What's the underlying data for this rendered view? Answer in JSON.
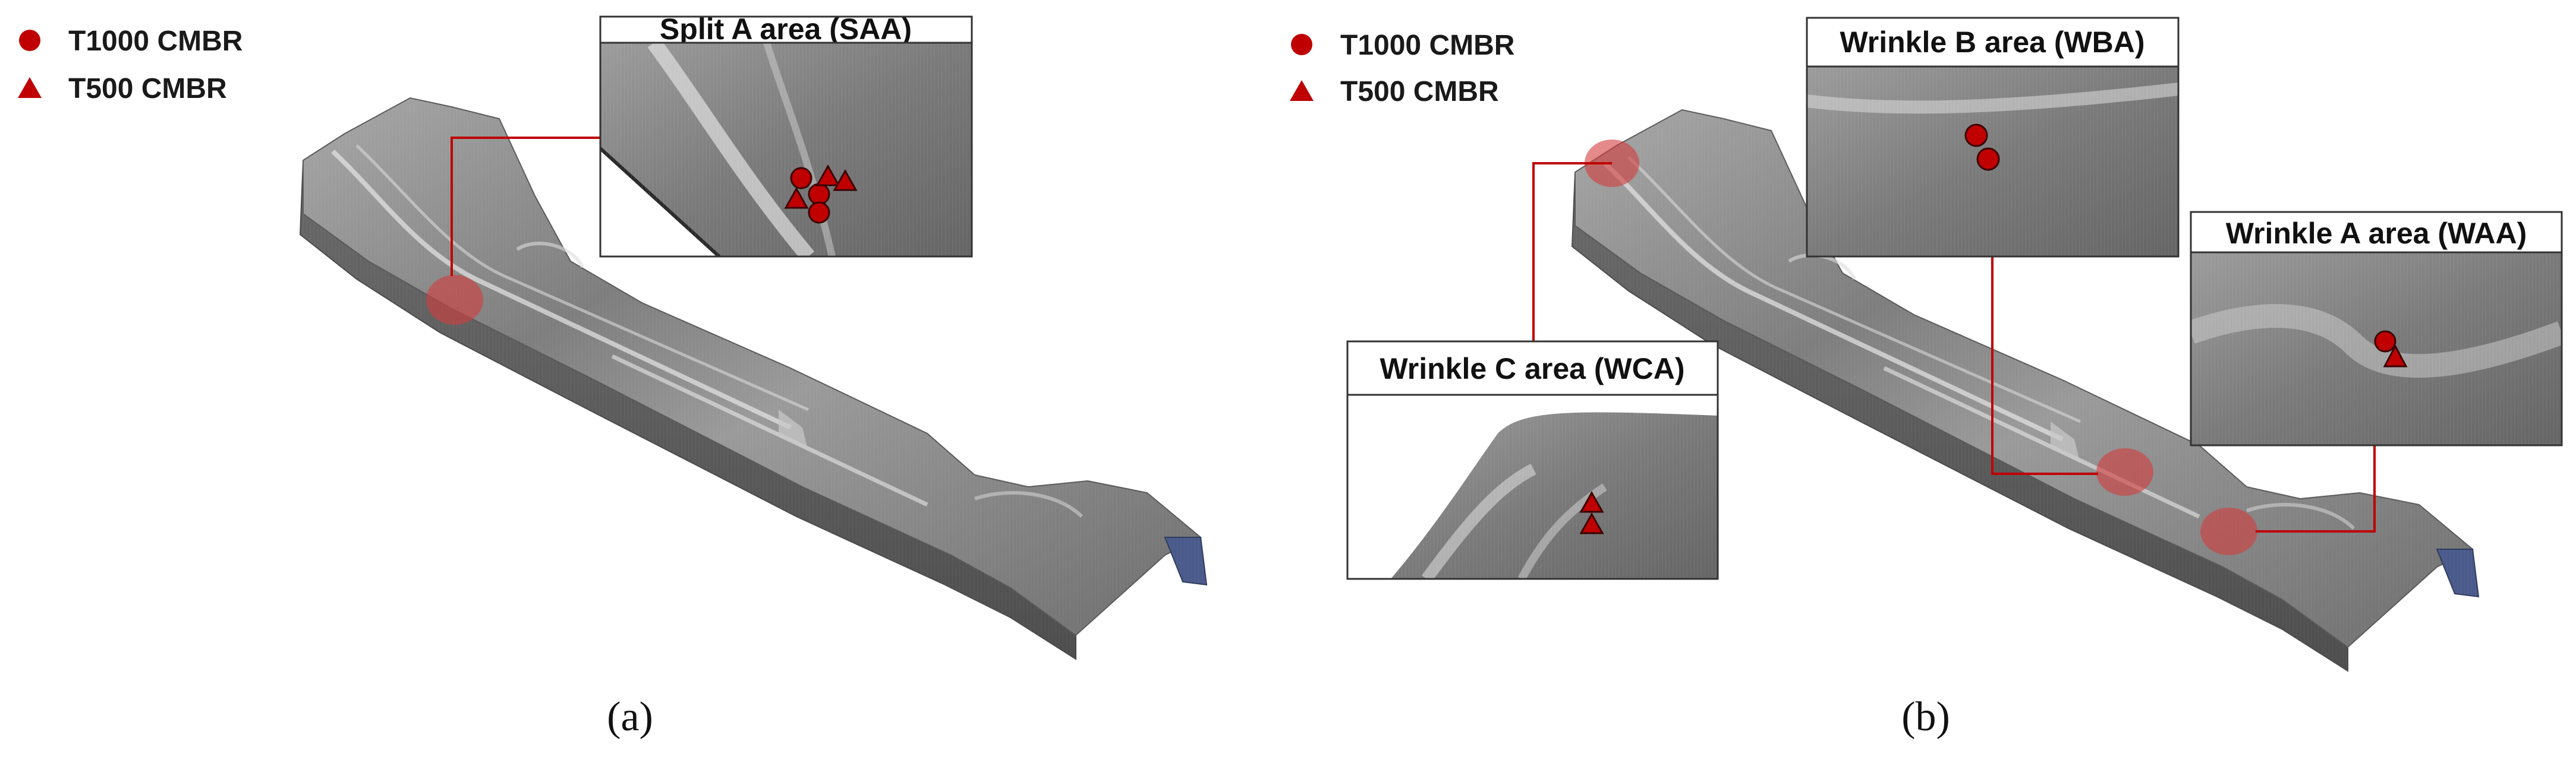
{
  "legend": {
    "circle_label": "T1000 CMBR",
    "triangle_label": "T500 CMBR"
  },
  "panel_a": {
    "label": "(a)",
    "insets": [
      {
        "id": "saa",
        "title": "Split A area (SAA)"
      }
    ]
  },
  "panel_b": {
    "label": "(b)",
    "insets": [
      {
        "id": "wba",
        "title": "Wrinkle B area (WBA)"
      },
      {
        "id": "waa",
        "title": "Wrinkle A area (WAA)"
      },
      {
        "id": "wca",
        "title": "Wrinkle C area (WCA)"
      }
    ]
  },
  "colors": {
    "marker": "#c00000",
    "marker_stroke": "#3a0000",
    "highlight": "#d33c3c",
    "leader_line": "#c00000",
    "part_fill": "#8c8c8c",
    "part_edge": "#5a5a5a",
    "blue_face": "#4a5a8a"
  }
}
